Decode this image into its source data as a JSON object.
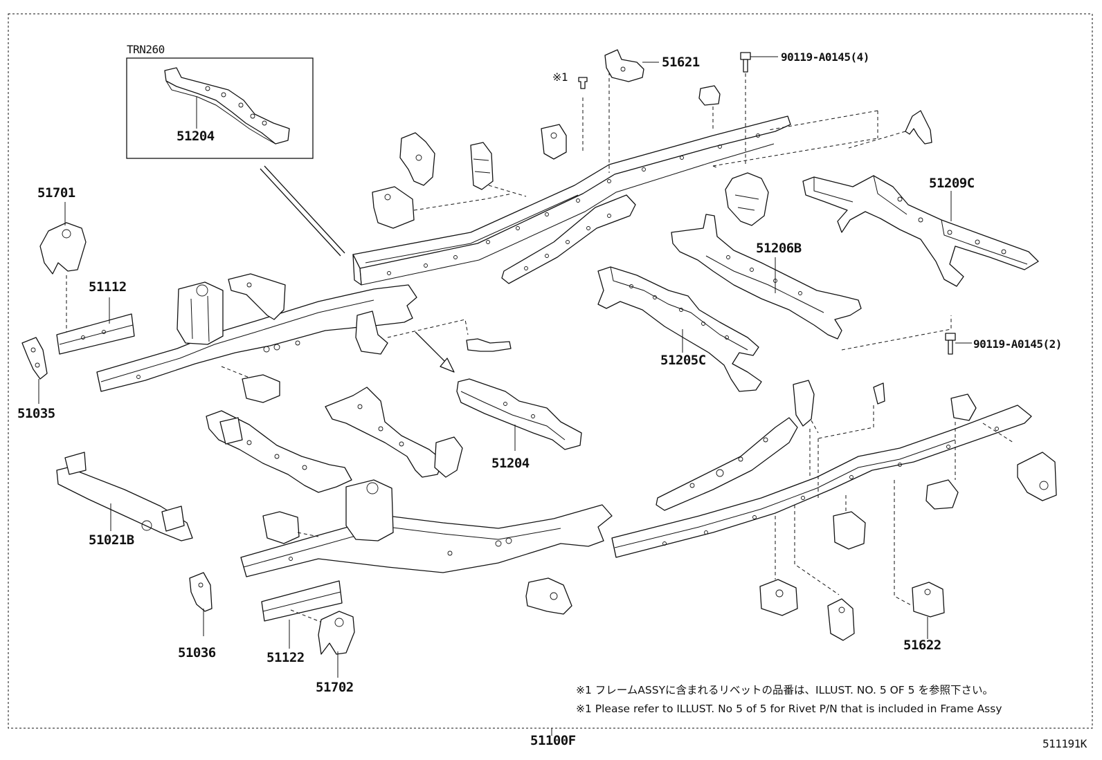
{
  "callouts": {
    "trn_box_title": "TRN260",
    "p51204_inset": "51204",
    "p51621": "51621",
    "rivet_mark": "※1",
    "bolt_top": "90119-A0145(4)",
    "p51701": "51701",
    "p51112": "51112",
    "p51035": "51035",
    "p51209c": "51209C",
    "p51206b": "51206B",
    "p51205c": "51205C",
    "bolt_right": "90119-A0145(2)",
    "p51204": "51204",
    "p51021b": "51021B",
    "p51036": "51036",
    "p51122": "51122",
    "p51702": "51702",
    "p51622": "51622",
    "p51100f": "51100F",
    "figure_id": "511191K"
  },
  "notes": {
    "jp": "※1 フレームASSYに含まれるリベットの品番は、ILLUST. NO. 5 OF 5 を参照下さい。",
    "en": "※1 Please refer to ILLUST. No 5 of 5 for Rivet P/N that is included in Frame Assy"
  }
}
